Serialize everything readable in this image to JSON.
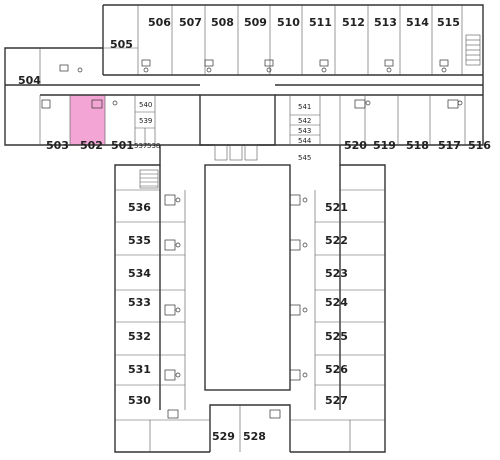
{
  "colors": {
    "highlight": "#f3a6d6",
    "wall": "#333333",
    "background": "#ffffff"
  },
  "highlighted_room": "502",
  "rooms": {
    "r506": "506",
    "r507": "507",
    "r508": "508",
    "r509": "509",
    "r510": "510",
    "r511": "511",
    "r512": "512",
    "r513": "513",
    "r514": "514",
    "r515": "515",
    "r505": "505",
    "r504": "504",
    "r503": "503",
    "r502": "502",
    "r501": "501",
    "r540": "540",
    "r539": "539",
    "r537": "537",
    "r538": "538",
    "r541": "541",
    "r542": "542",
    "r543": "543",
    "r544": "544",
    "r545": "545",
    "r520": "520",
    "r519": "519",
    "r518": "518",
    "r517": "517",
    "r516": "516",
    "r536": "536",
    "r535": "535",
    "r534": "534",
    "r533": "533",
    "r532": "532",
    "r531": "531",
    "r530": "530",
    "r529": "529",
    "r528": "528",
    "r521": "521",
    "r522": "522",
    "r523": "523",
    "r524": "524",
    "r525": "525",
    "r526": "526",
    "r527": "527"
  }
}
